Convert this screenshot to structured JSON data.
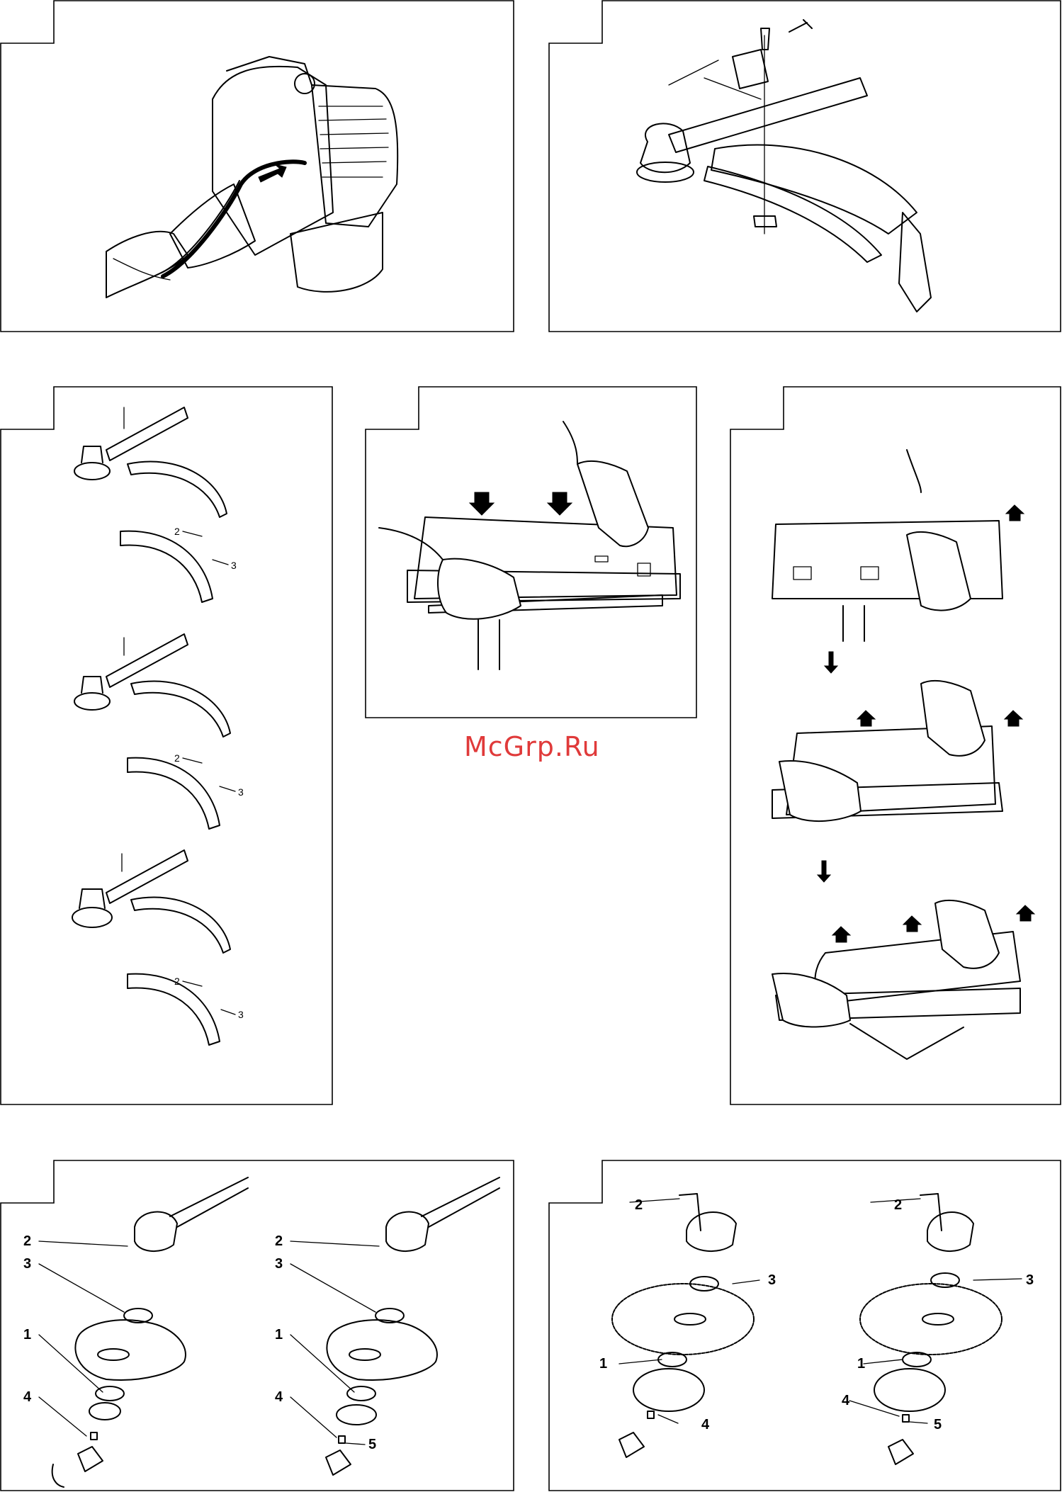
{
  "watermark": "McGrp.Ru",
  "panel_c": {
    "labels": [
      "2",
      "3",
      "2",
      "3",
      "2",
      "3"
    ]
  },
  "panel_f": {
    "labels": [
      "2",
      "3",
      "1",
      "4",
      "2",
      "3",
      "1",
      "4",
      "5"
    ]
  },
  "panel_g": {
    "labels": [
      "2",
      "3",
      "1",
      "4",
      "2",
      "3",
      "1",
      "4",
      "5"
    ]
  },
  "colors": {
    "line": "#000000",
    "watermark": "#e03a3a",
    "background": "#ffffff"
  }
}
